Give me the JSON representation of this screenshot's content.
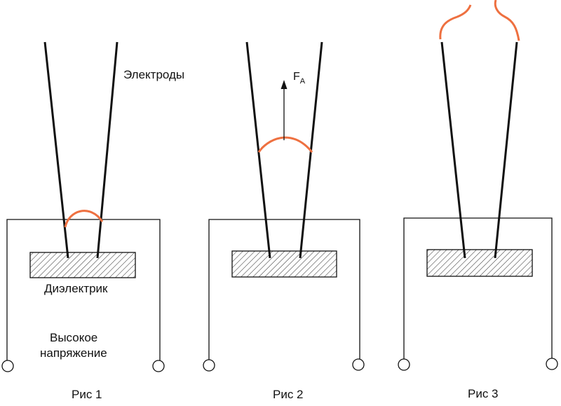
{
  "labels": {
    "electrodes": "Электроды",
    "dielectric": "Диэлектрик",
    "high_voltage_line1": "Высокое",
    "high_voltage_line2": "напряжение",
    "force_symbol": "F",
    "force_subscript": "A"
  },
  "figures": [
    {
      "caption": "Рис 1"
    },
    {
      "caption": "Рис 2"
    },
    {
      "caption": "Рис 3"
    }
  ],
  "colors": {
    "arc": "#ee7040",
    "line": "#111111",
    "hatch": "#333333"
  }
}
